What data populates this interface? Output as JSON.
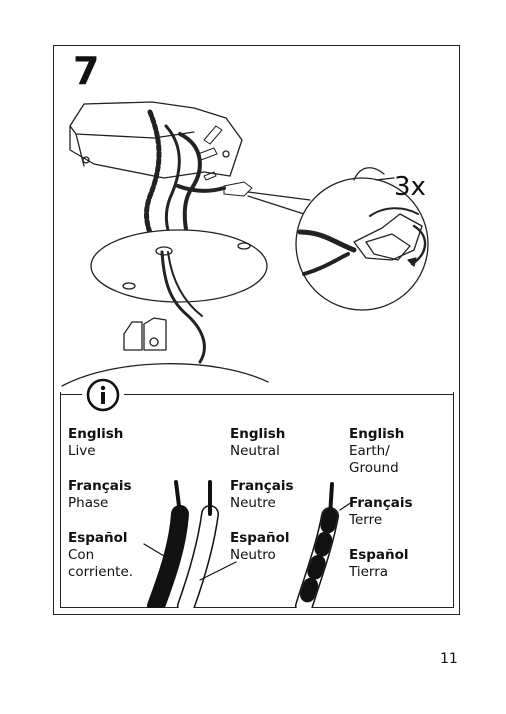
{
  "step": {
    "number": "7"
  },
  "callout": {
    "count_label": "3x"
  },
  "info": {
    "columns": [
      {
        "key": "live",
        "entries": [
          {
            "language": "English",
            "term": "Live"
          },
          {
            "language": "Français",
            "term": "Phase"
          },
          {
            "language": "Español",
            "term": "Con\ncorriente."
          }
        ]
      },
      {
        "key": "neutral",
        "entries": [
          {
            "language": "English",
            "term": "Neutral"
          },
          {
            "language": "Français",
            "term": "Neutre"
          },
          {
            "language": "Español",
            "term": "Neutro"
          }
        ]
      },
      {
        "key": "earth",
        "entries": [
          {
            "language": "English",
            "term": "Earth/\nGround"
          },
          {
            "language": "Français",
            "term": "Terre"
          },
          {
            "language": "Español",
            "term": "Tierra"
          }
        ]
      }
    ]
  },
  "footer": {
    "page_number": "11"
  },
  "icons": [
    "info-icon",
    "twist-arrow-icon"
  ]
}
